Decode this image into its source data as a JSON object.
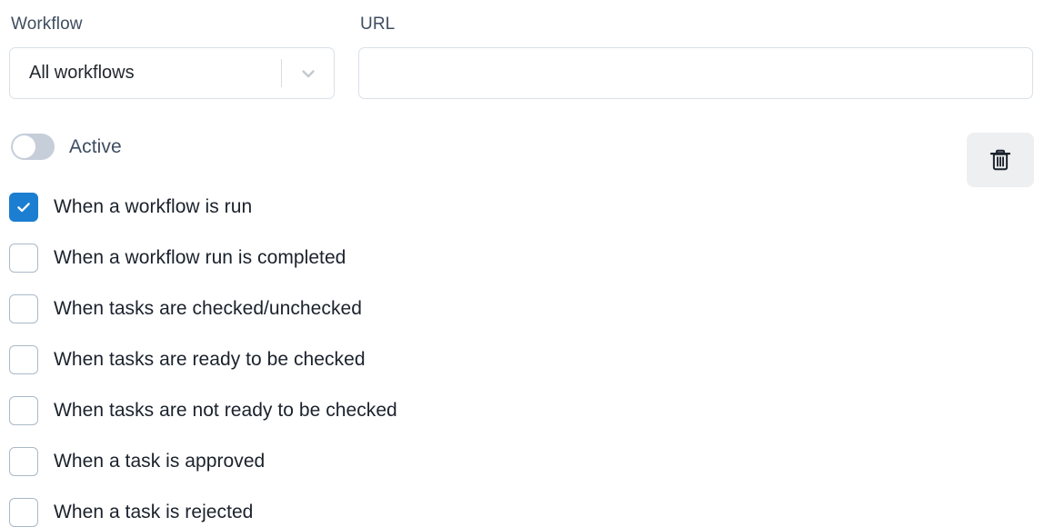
{
  "filters": {
    "workflow": {
      "label": "Workflow",
      "selected": "All workflows",
      "chevron_icon": "chevron-down-icon"
    },
    "url": {
      "label": "URL",
      "value": "",
      "placeholder": ""
    }
  },
  "active_toggle": {
    "label": "Active",
    "state": "off"
  },
  "delete_button": {
    "icon": "trash-icon"
  },
  "events": {
    "items": [
      {
        "label": "When a workflow is run",
        "checked": true
      },
      {
        "label": "When a workflow run is completed",
        "checked": false
      },
      {
        "label": "When tasks are checked/unchecked",
        "checked": false
      },
      {
        "label": "When tasks are ready to be checked",
        "checked": false
      },
      {
        "label": "When tasks are not ready to be checked",
        "checked": false
      },
      {
        "label": "When a task is approved",
        "checked": false
      },
      {
        "label": "When a task is rejected",
        "checked": false
      }
    ]
  },
  "colors": {
    "accent": "#1b7ed0",
    "label_text": "#3f4d60",
    "body_text": "#1b222c",
    "border": "#d8e0e8",
    "toggle_track_off": "#c6ced9",
    "delete_bg": "#eeeff0"
  }
}
